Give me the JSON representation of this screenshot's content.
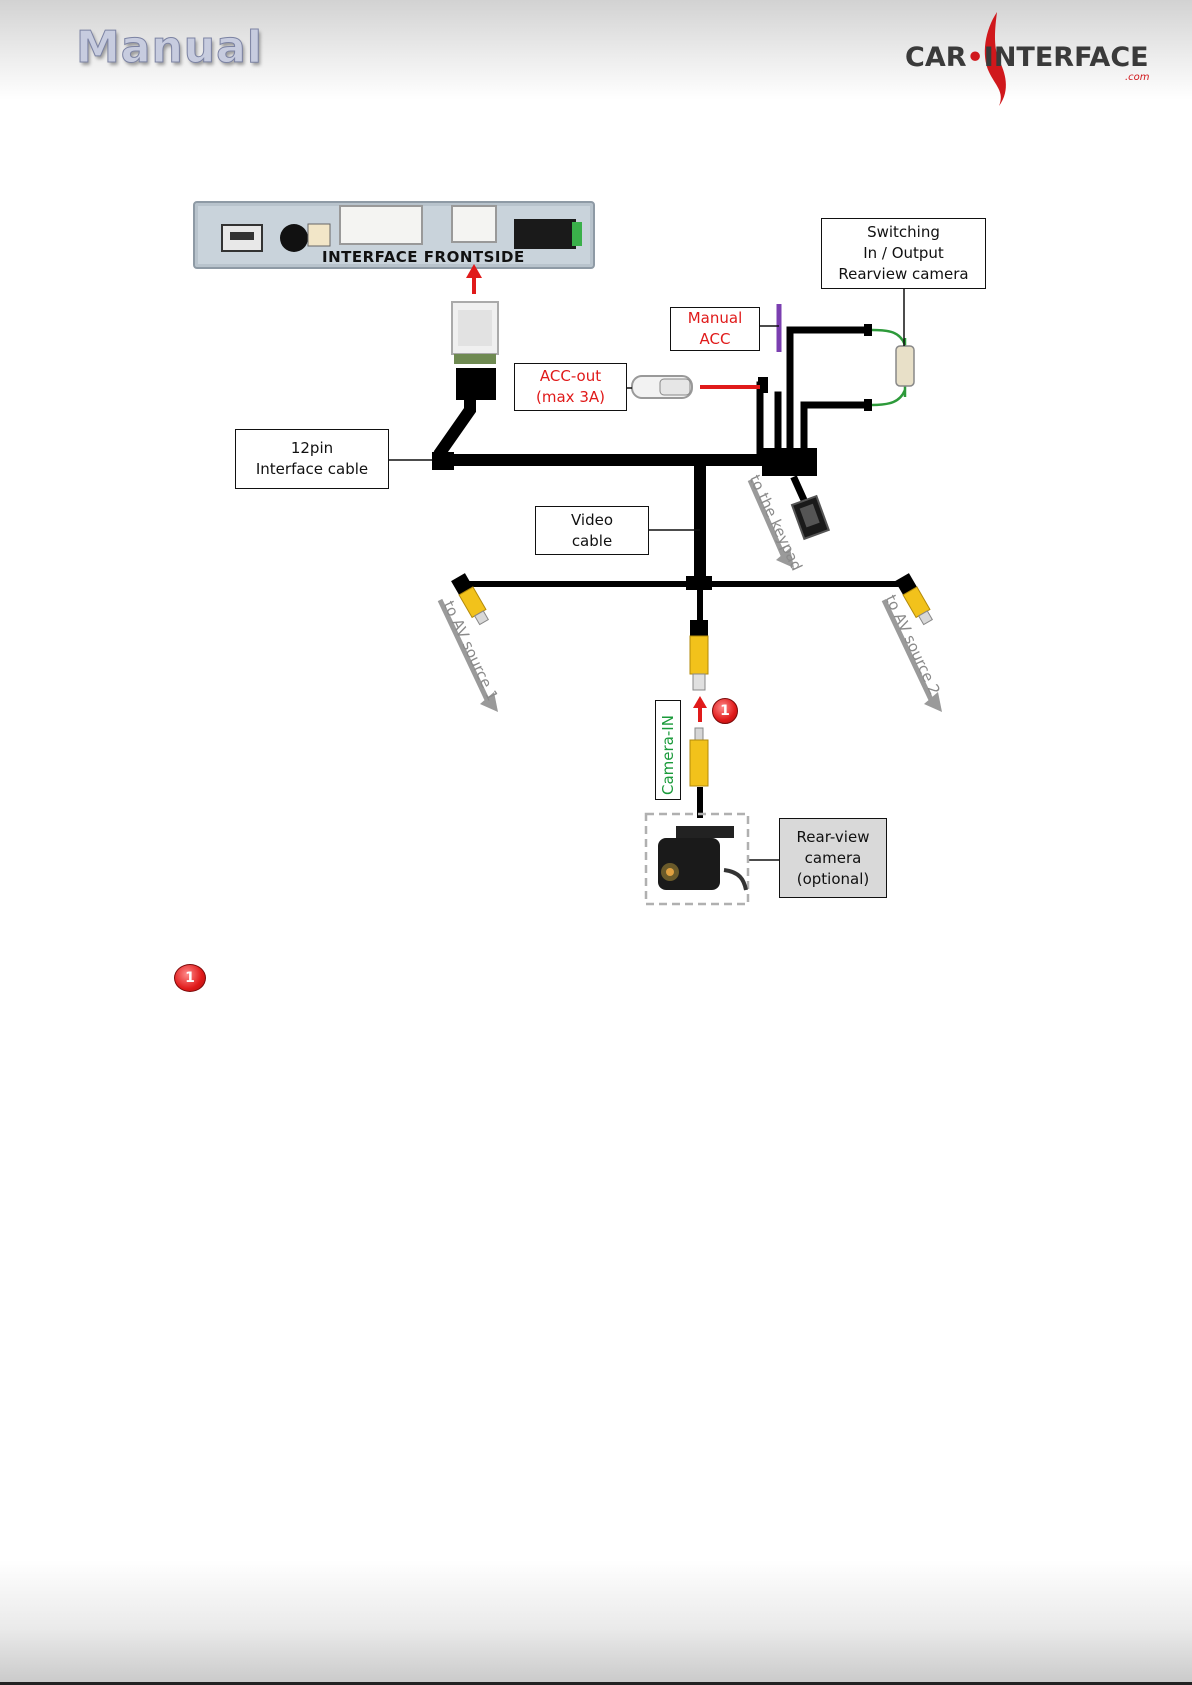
{
  "header": {
    "title": "Manual",
    "logo": {
      "text_left": "CAR",
      "text_right": "INTERFACE",
      "suffix": ".com"
    }
  },
  "diagram": {
    "interface_frontside": "INTERFACE FRONTSIDE",
    "labels": {
      "switching": [
        "Switching",
        "In / Output",
        "Rearview camera"
      ],
      "manual_acc": [
        "Manual",
        "ACC"
      ],
      "acc_out": [
        "ACC-out",
        "(max 3A)"
      ],
      "interface_cable": [
        "12pin",
        "Interface cable"
      ],
      "video_cable": [
        "Video",
        "cable"
      ],
      "rear_view_camera": [
        "Rear-view",
        "camera",
        "(optional)"
      ]
    },
    "camera_in": "Camera-IN",
    "to_keypad": "to the keypad",
    "to_av1": "to AV source 1",
    "to_av2": "to AV source 2",
    "step_marker": "1"
  },
  "notes": {
    "step_marker": "1"
  },
  "colors": {
    "accent_red": "#e01a1a",
    "camera_in_green": "#1a9a3a",
    "wire_black": "#000000",
    "wire_purple": "#7b3fb0",
    "rca_yellow": "#f2c21b"
  }
}
